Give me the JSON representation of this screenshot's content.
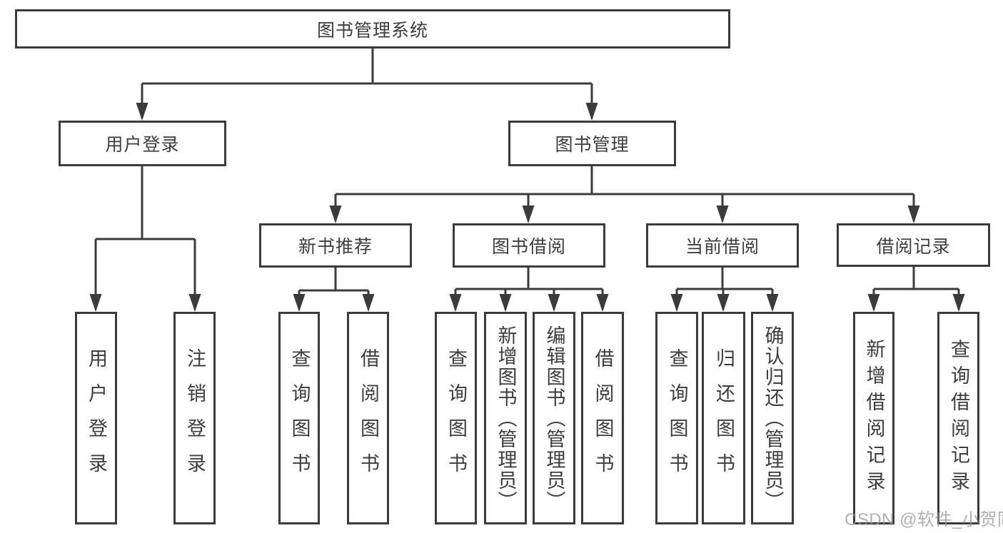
{
  "diagram": {
    "root": "图书管理系统",
    "user_login": {
      "label": "用户登录",
      "children": [
        "用户登录",
        "注销登录"
      ]
    },
    "book_mgmt": {
      "label": "图书管理",
      "sections": {
        "new_books": {
          "label": "新书推荐",
          "children": [
            "查询图书",
            "借阅图书"
          ]
        },
        "borrowing": {
          "label": "图书借阅",
          "children": [
            "查询图书",
            "新增图书（管理员）",
            "编辑图书（管理员）",
            "借阅图书"
          ]
        },
        "current": {
          "label": "当前借阅",
          "children": [
            "查询图书",
            "归还图书",
            "确认归还（管理员）"
          ]
        },
        "records": {
          "label": "借阅记录",
          "children": [
            "新增借阅记录",
            "查询借阅记录"
          ]
        }
      }
    }
  },
  "watermark": "CSDN @软件_小贺同学"
}
